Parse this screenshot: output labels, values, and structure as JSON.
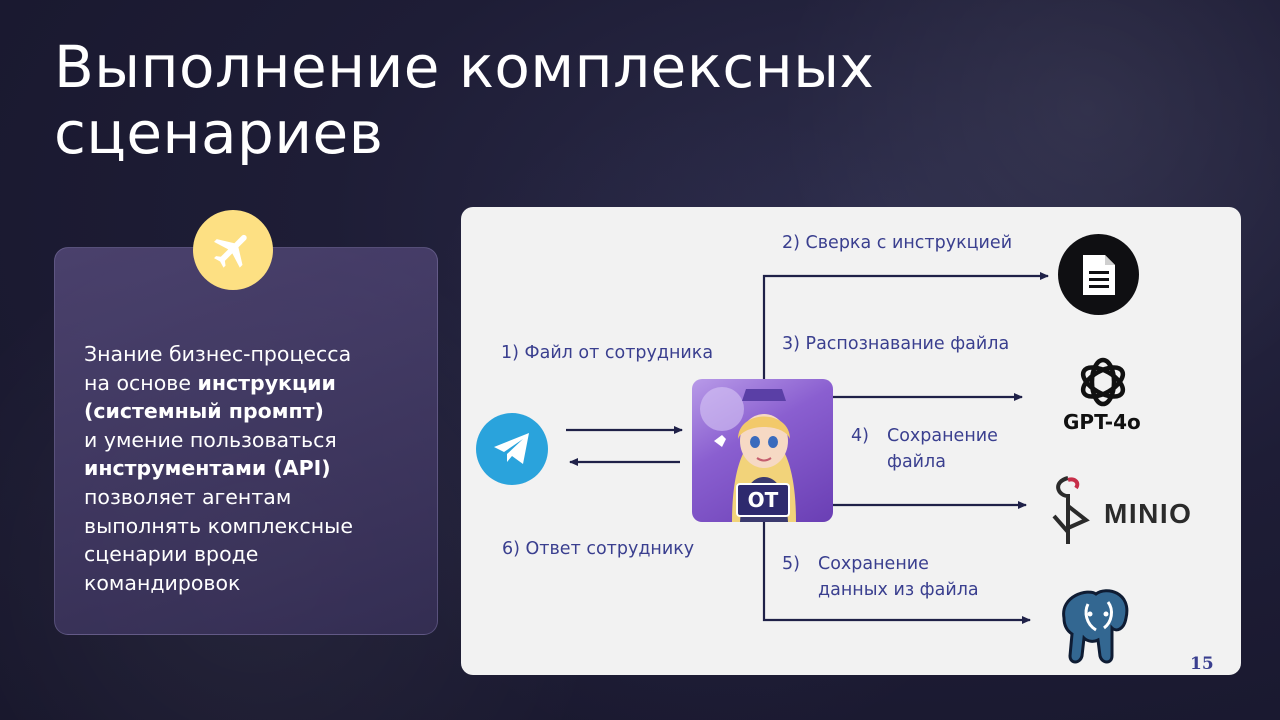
{
  "slide": {
    "title_line1": "Выполнение комплексных",
    "title_line2": "сценариев",
    "page_number": "15"
  },
  "card": {
    "t1": "Знание бизнес-процесса",
    "t2": "на основе ",
    "t3": "инструкции",
    "t4": "(системный промпт)",
    "t5": "и умение пользоваться",
    "t6": "инструментами (API)",
    "t7": "позволяет агентам",
    "t8": "выполнять комплексные",
    "t9": "сценарии вроде",
    "t10": "командировок"
  },
  "diagram": {
    "step1": "1) Файл от сотрудника",
    "step2": "2) Сверка с инструкцией",
    "step3": "3) Распознавание  файла",
    "step4_num": "4)",
    "step4_line1": "Сохранение",
    "step4_line2": "файла",
    "step5_num": "5)",
    "step5_line1": "Сохранение",
    "step5_line2": "данных из файла",
    "step6": "6) Ответ сотруднику",
    "avatar_badge": "ОТ",
    "gpt_label": "GPT-4o",
    "minio_label": "MINIO"
  },
  "colors": {
    "accent_text": "#3a3f8f",
    "badge_yellow": "#fde083",
    "telegram_blue": "#2aa3dc",
    "postgres_blue": "#336791"
  },
  "icons": {
    "badge": "airplane-icon",
    "source": "telegram-icon",
    "doc": "document-icon",
    "gpt": "openai-icon",
    "storage": "minio-icon",
    "db": "postgresql-icon"
  }
}
